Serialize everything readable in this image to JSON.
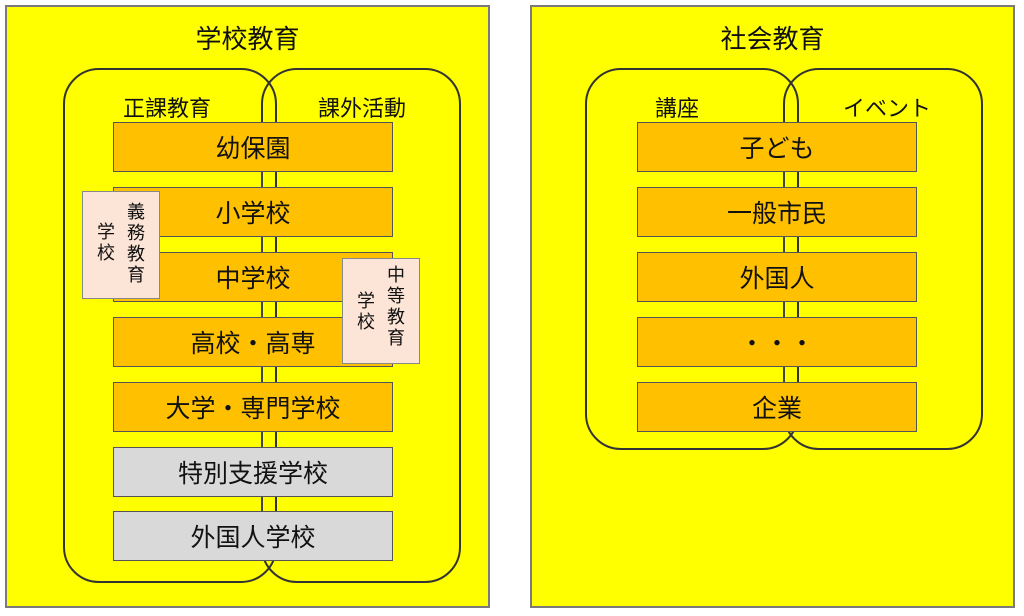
{
  "school": {
    "title": "学校教育",
    "lanes": {
      "formal": "正課教育",
      "extra": "課外活動"
    },
    "levels": [
      "幼保園",
      "小学校",
      "中学校",
      "高校・高専",
      "大学・専門学校",
      "特別支援学校",
      "外国人学校"
    ],
    "notes": {
      "compulsory": [
        "学校",
        "義務教育"
      ],
      "secondary": [
        "学校",
        "中等教育"
      ]
    }
  },
  "social": {
    "title": "社会教育",
    "lanes": {
      "course": "講座",
      "event": "イベント"
    },
    "targets": [
      "子ども",
      "一般市民",
      "外国人",
      "・・・",
      "企業"
    ]
  },
  "colors": {
    "panel": "#ffff00",
    "box_orange": "#ffc000",
    "box_gray": "#d9d9d9",
    "note": "#fce4d6"
  }
}
